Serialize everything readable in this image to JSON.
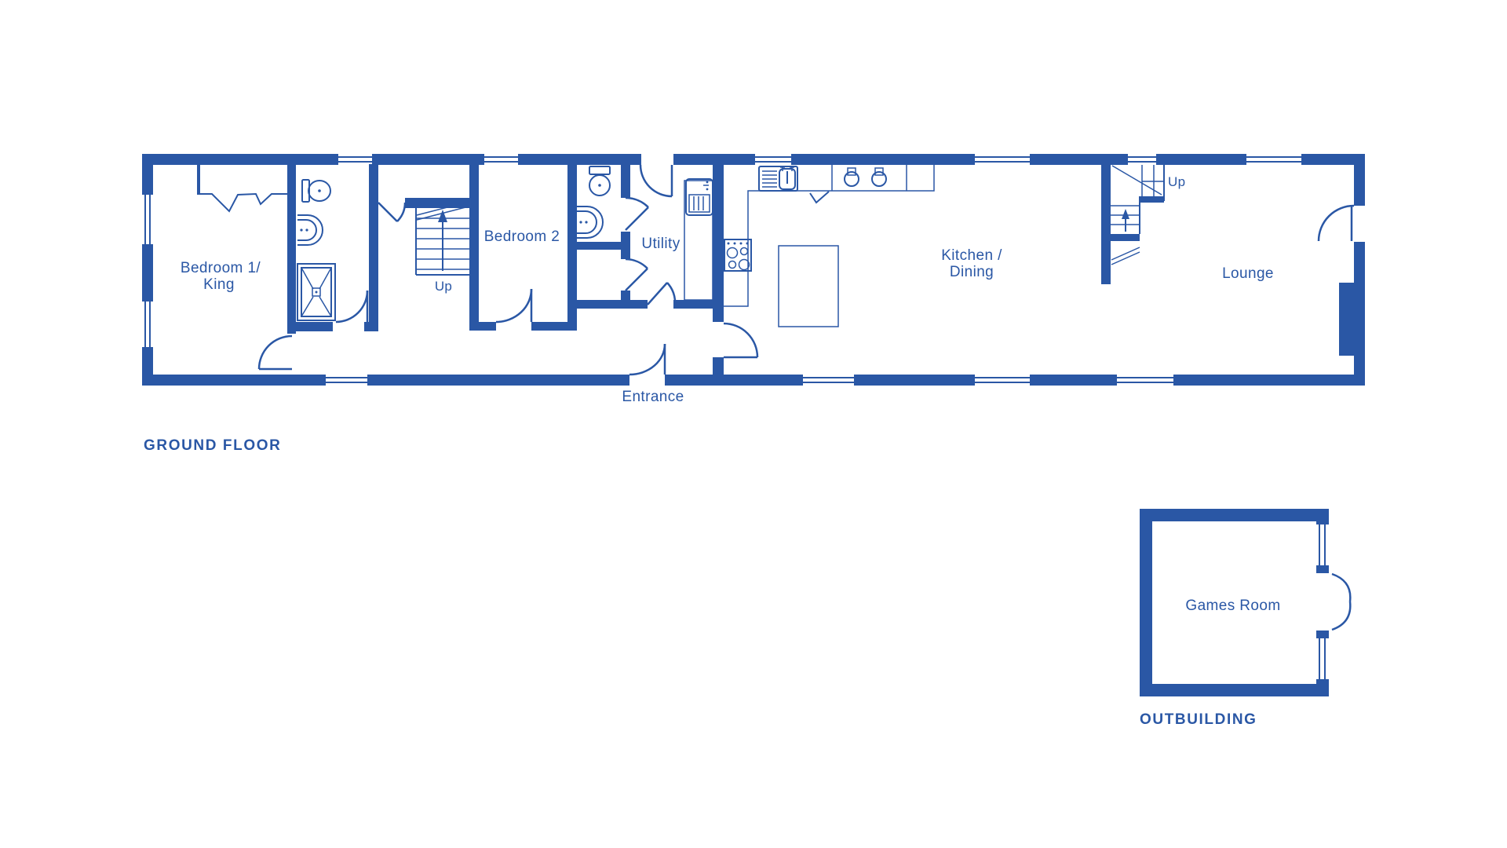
{
  "palette": {
    "blue": "#2a57a5"
  },
  "plan": {
    "title": "GROUND FLOOR",
    "entrance_label": "Entrance",
    "rooms": {
      "bedroom1_line1": "Bedroom 1/",
      "bedroom1_line2": "King",
      "bedroom2": "Bedroom 2",
      "utility": "Utility",
      "kitchen_line1": "Kitchen /",
      "kitchen_line2": "Dining",
      "lounge": "Lounge",
      "stairs1_up": "Up",
      "stairs2_up": "Up"
    }
  },
  "outbuilding": {
    "title": "OUTBUILDING",
    "room": "Games Room"
  }
}
